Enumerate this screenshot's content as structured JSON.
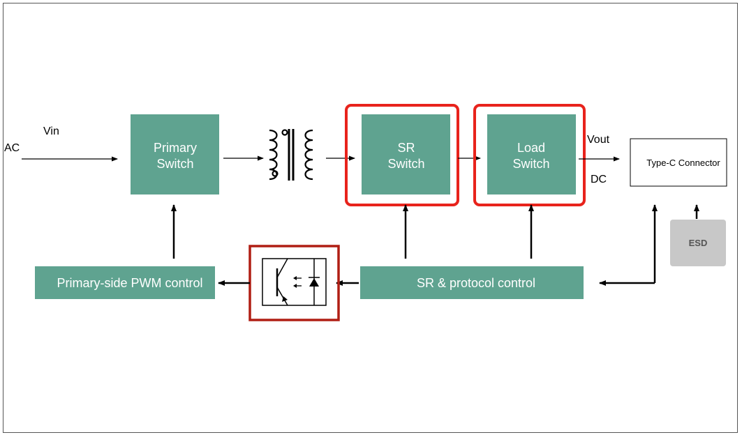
{
  "labels": {
    "ac": "AC",
    "vin": "Vin",
    "vout": "Vout",
    "dc": "DC"
  },
  "blocks": {
    "primary_switch": [
      "Primary",
      "Switch"
    ],
    "sr_switch": [
      "SR",
      "Switch"
    ],
    "load_switch": [
      "Load",
      "Switch"
    ],
    "primary_pwm": "Primary-side PWM control",
    "sr_protocol": "SR & protocol control",
    "type_c": "Type-C Connector",
    "esd": "ESD"
  },
  "colors": {
    "block_fill": "#5fa390",
    "highlight_red": "#e8231c",
    "highlight_dark_red": "#b01e14",
    "esd_fill": "#c8c8c8",
    "esd_text": "#555555"
  },
  "icons": {
    "transformer": "transformer-icon",
    "optocoupler": "optocoupler-icon"
  }
}
